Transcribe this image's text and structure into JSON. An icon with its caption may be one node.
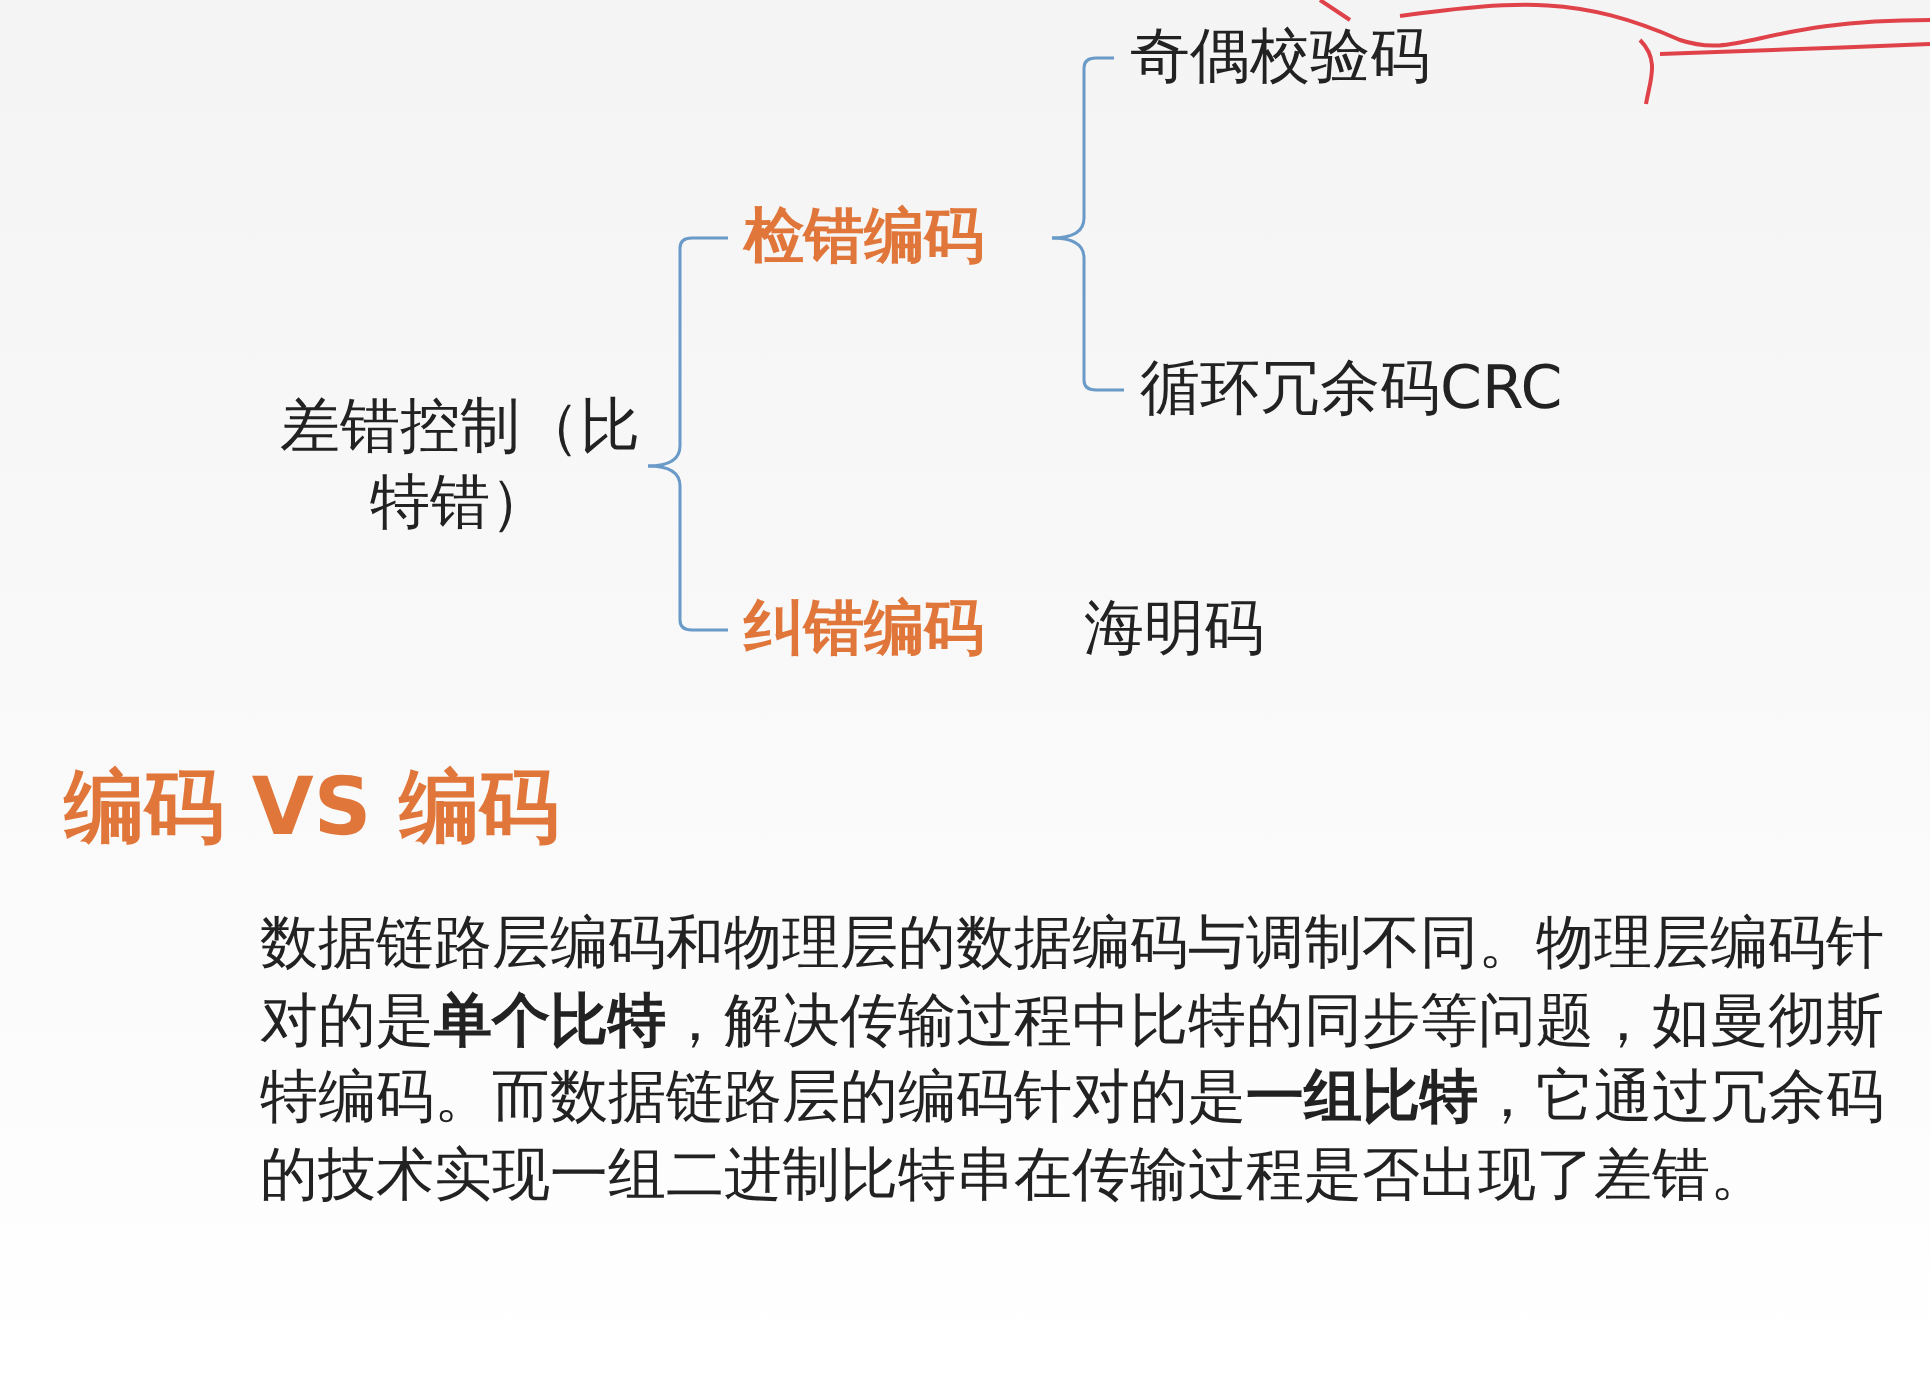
{
  "diagram": {
    "title": "编码 VS 编码",
    "nodes": [
      {
        "text": [
          "差错控制（比特错）"
        ]
      },
      {
        "text": [
          "检错编码"
        ]
      },
      {
        "text": [
          "纠错编码"
        ],
        "beside": [
          "海明码"
        ]
      },
      {
        "text": [
          "奇偶校验码"
        ]
      },
      {
        "text": [
          "循环冗余码CRC"
        ]
      }
    ],
    "edges": [
      {
        "from": 0,
        "to": 1,
        "arrow": "none"
      },
      {
        "from": 0,
        "to": 2,
        "arrow": "none"
      },
      {
        "from": 1,
        "to": 3,
        "arrow": "none"
      },
      {
        "from": 1,
        "to": 4,
        "arrow": "none"
      }
    ],
    "labels": [
      "数据链路层编码和物理层的数据编码与调制不同。物理层编码针对的是**单个比特**，解决传输过程中比特的同步等问题，如曼彻斯特编码。而数据链路层的编码针对的是**一组比特**，它通过冗余码的技术实现一组二进制比特串在传输过程是否出现了差错。"
    ]
  }
}
